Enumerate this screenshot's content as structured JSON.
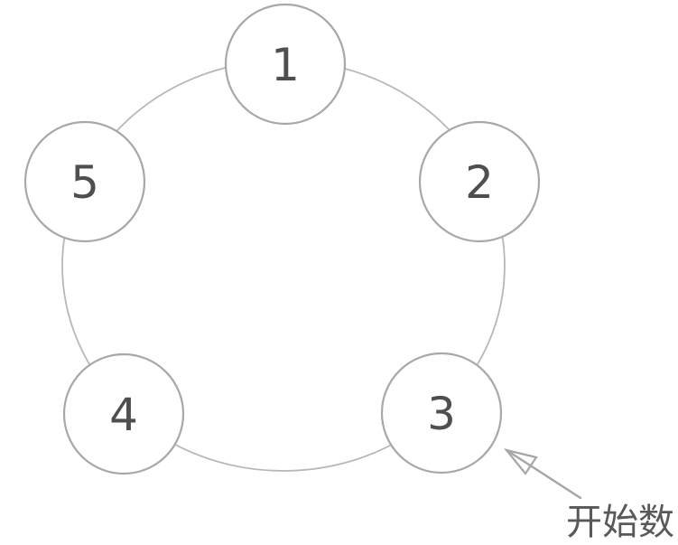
{
  "figure": {
    "type": "ring-diagram",
    "nodes": [
      {
        "label": "1"
      },
      {
        "label": "2"
      },
      {
        "label": "3"
      },
      {
        "label": "4"
      },
      {
        "label": "5"
      }
    ],
    "annotation": {
      "label": "开始数",
      "target_node": "3"
    },
    "colors": {
      "background": "#ffffff",
      "ring_stroke": "#b7b7b7",
      "node_border": "#a8a8a8",
      "node_fill": "#ffffff",
      "number_text": "#4f4f4f",
      "arrow": "#a6a6a6",
      "annotation_text": "#595959"
    }
  }
}
